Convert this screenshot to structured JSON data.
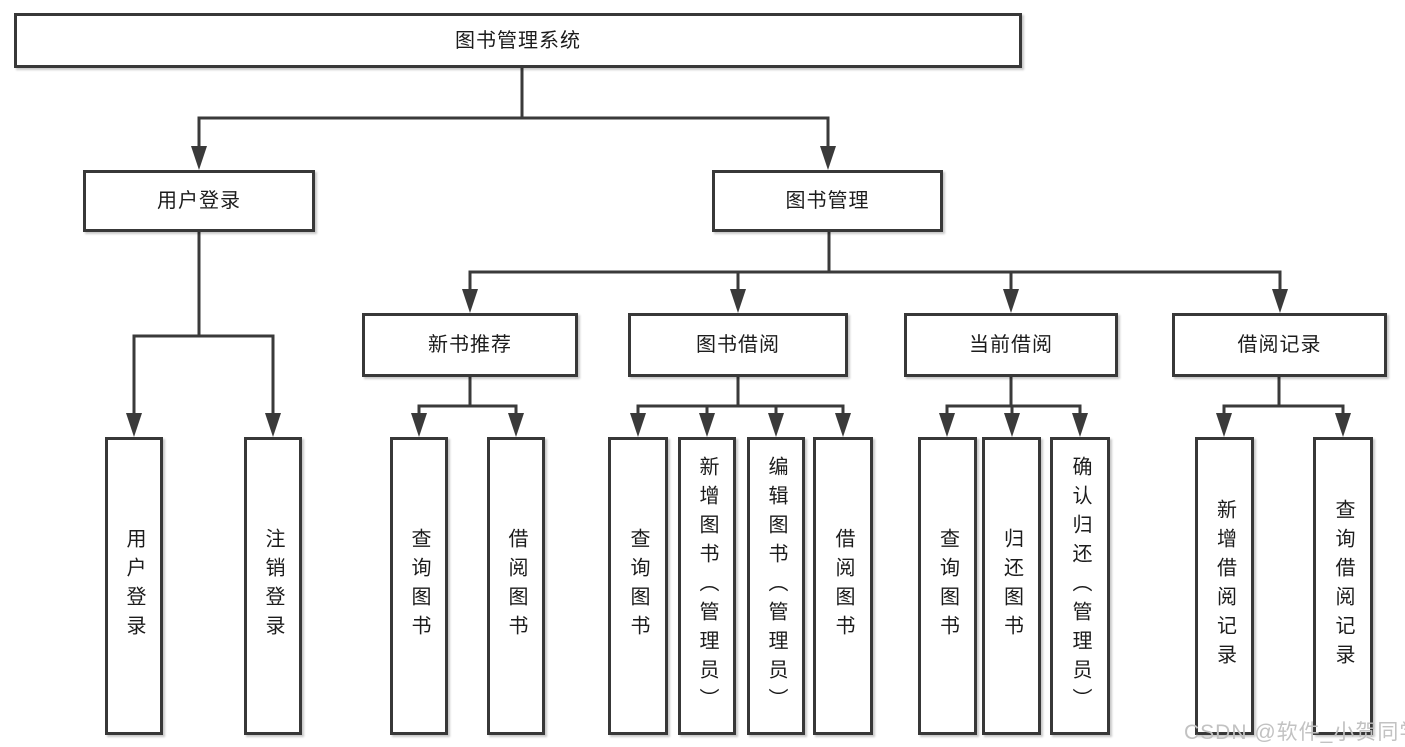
{
  "diagram": {
    "root": {
      "label": "图书管理系统",
      "children": [
        {
          "label": "用户登录",
          "children": [
            {
              "label": "用户登录"
            },
            {
              "label": "注销登录"
            }
          ]
        },
        {
          "label": "图书管理",
          "children": [
            {
              "label": "新书推荐",
              "children": [
                {
                  "label": "查询图书"
                },
                {
                  "label": "借阅图书"
                }
              ]
            },
            {
              "label": "图书借阅",
              "children": [
                {
                  "label": "查询图书"
                },
                {
                  "label": "新增图书（管理员）"
                },
                {
                  "label": "编辑图书（管理员）"
                },
                {
                  "label": "借阅图书"
                }
              ]
            },
            {
              "label": "当前借阅",
              "children": [
                {
                  "label": "查询图书"
                },
                {
                  "label": "归还图书"
                },
                {
                  "label": "确认归还（管理员）"
                }
              ]
            },
            {
              "label": "借阅记录",
              "children": [
                {
                  "label": "新增借阅记录"
                },
                {
                  "label": "查询借阅记录"
                }
              ]
            }
          ]
        }
      ]
    }
  },
  "watermark": {
    "text": "CSDN @软件_小贺同学"
  },
  "colors": {
    "background": "#ffffff",
    "line": "#3a3a3a",
    "box_border": "#383838",
    "text": "#1c1c1c",
    "watermark": "#c2c2c2"
  }
}
